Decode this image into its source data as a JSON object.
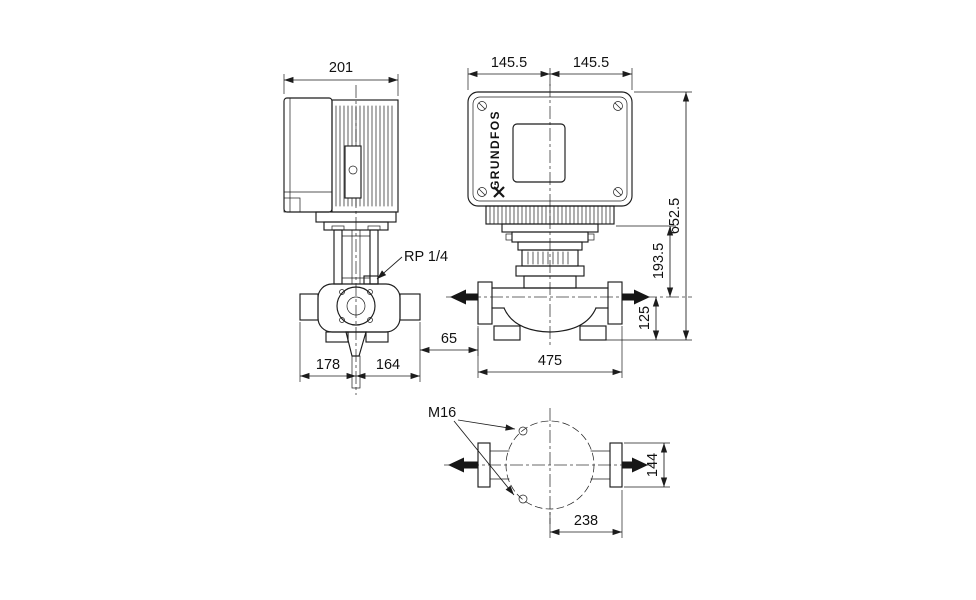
{
  "brand": {
    "wordmark": "GRUNDFOS"
  },
  "side_view": {
    "dim_motor_width": "201",
    "port_label": "RP 1/4",
    "dim_offset": "65",
    "dim_left": "178",
    "dim_right": "164"
  },
  "front_view": {
    "dim_top_left": "145.5",
    "dim_top_right": "145.5",
    "dim_total_height": "652.5",
    "dim_mid_height": "193.5",
    "dim_port_axis_height": "125",
    "dim_port_to_port": "475"
  },
  "bottom_view": {
    "thread_label": "M16",
    "dim_flange_width": "144",
    "dim_center_to_flange": "238"
  }
}
